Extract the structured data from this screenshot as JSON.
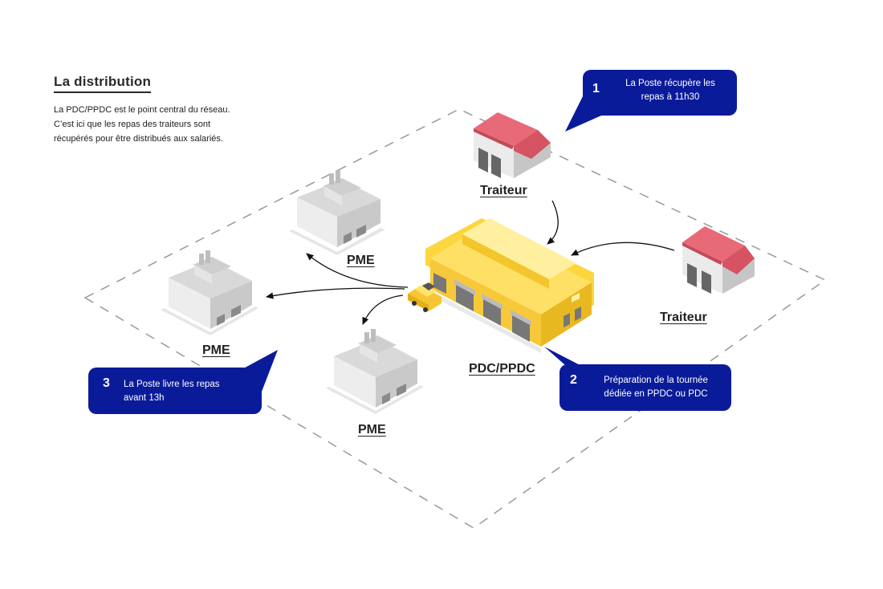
{
  "heading": {
    "title": "La distribution",
    "lines": [
      "La PDC/PPDC est le point central du réseau.",
      "C’est ici que les repas des traiteurs sont",
      "récupérés pour être distribués aux salariés."
    ]
  },
  "labels": {
    "traiteur_top": "Traiteur",
    "traiteur_right": "Traiteur",
    "pme_top": "PME",
    "pme_left": "PME",
    "pme_bottom": "PME",
    "hub": "PDC/PPDC"
  },
  "steps": [
    {
      "number": "1",
      "lines": [
        "La Poste récupère les",
        "repas à 11h30"
      ]
    },
    {
      "number": "2",
      "lines": [
        "Préparation de la tournée",
        "dédiée en PPDC ou PDC"
      ]
    },
    {
      "number": "3",
      "lines": [
        "La Poste livre les repas",
        "avant 13h"
      ]
    }
  ],
  "colors": {
    "bubble": "#0a1b9a",
    "hub_yellow": "#ffd84a",
    "roof_red": "#e06070",
    "building_grey": "#c8c8c8"
  }
}
